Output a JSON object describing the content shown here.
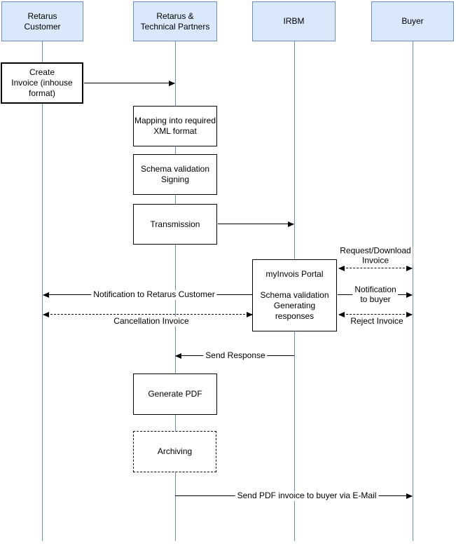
{
  "diagram": {
    "type": "sequence-flow",
    "actors": [
      {
        "id": "retarus-customer",
        "label": "Retarus\nCustomer"
      },
      {
        "id": "retarus-technical-partners",
        "label": "Retarus &\nTechnical Partners"
      },
      {
        "id": "irbm",
        "label": "IRBM"
      },
      {
        "id": "buyer",
        "label": "Buyer"
      }
    ],
    "processes": [
      {
        "id": "create-invoice",
        "lane": "retarus-customer",
        "label": "Create\nInvoice (inhouse\nformat)"
      },
      {
        "id": "mapping-xml",
        "lane": "retarus-technical-partners",
        "label": "Mapping into required\nXML format"
      },
      {
        "id": "schema-validation-signing",
        "lane": "retarus-technical-partners",
        "label": "Schema validation\nSigning"
      },
      {
        "id": "transmission",
        "lane": "retarus-technical-partners",
        "label": "Transmission"
      },
      {
        "id": "myinvois-portal",
        "lane": "irbm",
        "label": "myInvois Portal\n\nSchema validation\nGenerating\nresponses"
      },
      {
        "id": "generate-pdf",
        "lane": "retarus-technical-partners",
        "label": "Generate PDF"
      },
      {
        "id": "archiving",
        "lane": "retarus-technical-partners",
        "label": "Archiving"
      }
    ],
    "messages": [
      {
        "id": "request-download-invoice",
        "from": "irbm",
        "to": "buyer",
        "style": "dashed-double",
        "label": "Request/Download\nInvoice"
      },
      {
        "id": "notification-to-retarus-customer",
        "from": "irbm",
        "to": "retarus-customer",
        "style": "solid-left",
        "label": "Notification to Retarus Customer"
      },
      {
        "id": "notification-to-buyer",
        "from": "irbm",
        "to": "buyer",
        "style": "solid-right",
        "label": "Notification\nto buyer"
      },
      {
        "id": "cancellation-invoice",
        "from": "retarus-customer",
        "to": "irbm",
        "style": "dashed-double",
        "label": "Cancellation Invoice"
      },
      {
        "id": "reject-invoice",
        "from": "irbm",
        "to": "buyer",
        "style": "dashed-double",
        "label": "Reject Invoice"
      },
      {
        "id": "send-response",
        "from": "irbm",
        "to": "retarus-technical-partners",
        "style": "solid-left",
        "label": "Send Response"
      },
      {
        "id": "send-pdf-email",
        "from": "retarus-technical-partners",
        "to": "buyer",
        "style": "solid-right",
        "label": "Send PDF invoice to buyer via E-Mail"
      }
    ],
    "colors": {
      "actor_fill": "#DAE8FC",
      "actor_border": "#6C8EBF",
      "lifeline": "#6C8EBF",
      "message_line": "#000000",
      "background": "#FFFFFF"
    }
  }
}
